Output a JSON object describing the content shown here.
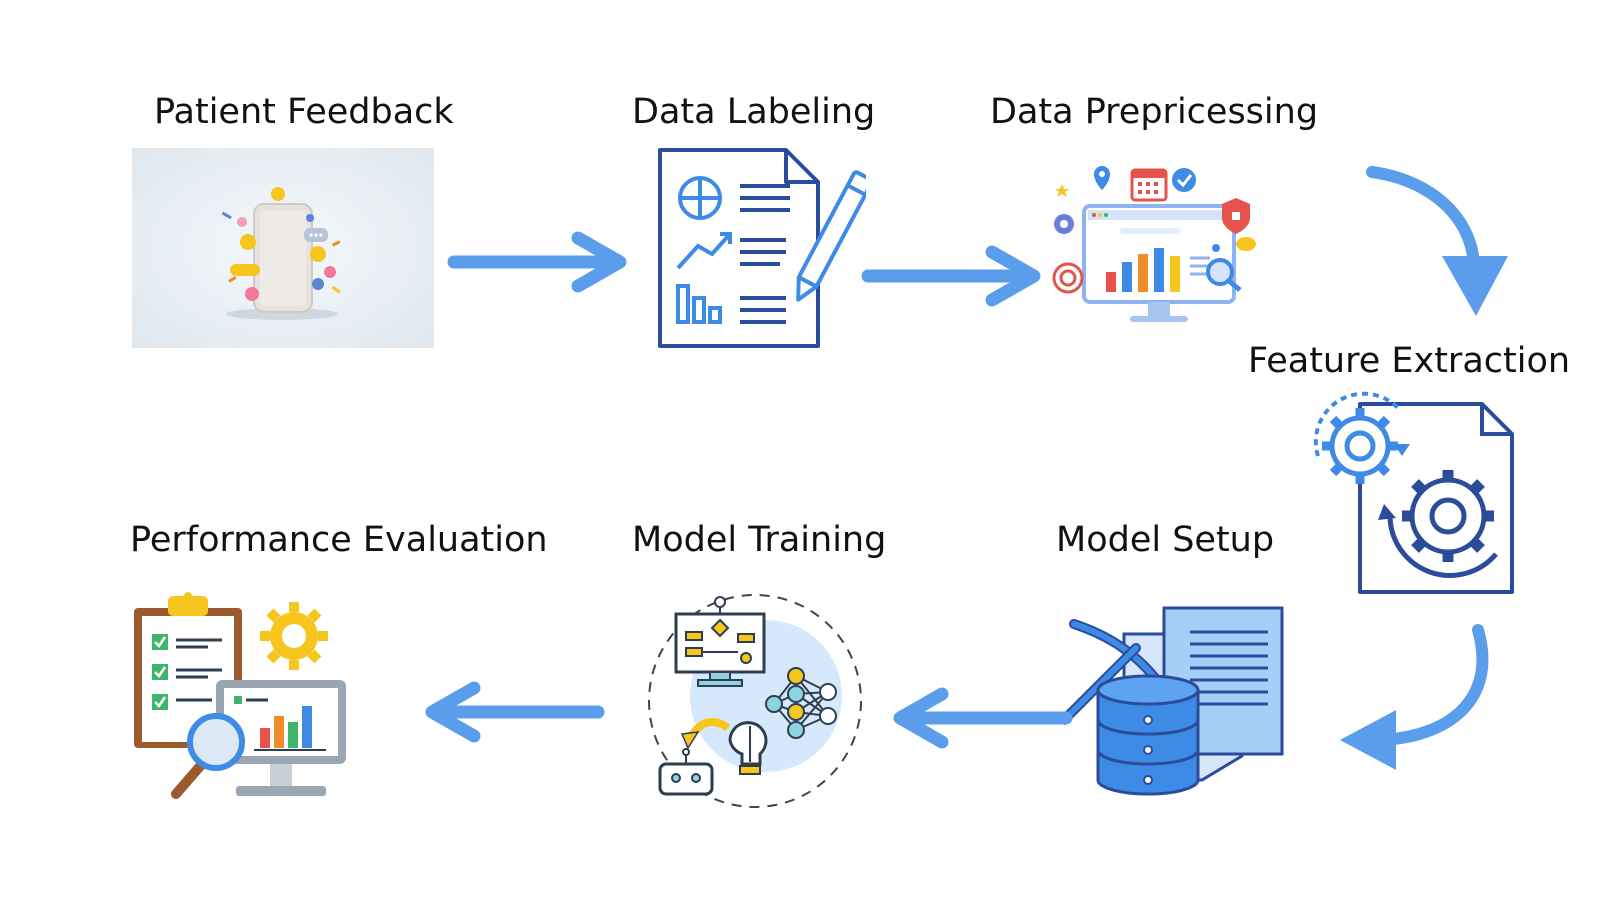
{
  "diagram": {
    "type": "process-flow",
    "colors": {
      "arrow": "#5A9DEB",
      "navy": "#2B4C9A",
      "blue": "#3D8BE6",
      "light_blue": "#A7CEF7",
      "yellow": "#F6C61E",
      "orange": "#F08C2A",
      "red": "#E5534B",
      "green": "#3FB56B",
      "brown": "#9B5A2C"
    },
    "steps": [
      {
        "id": "patient-feedback",
        "label": "Patient Feedback",
        "icon": "social-media-phone-icon"
      },
      {
        "id": "data-labeling",
        "label": "Data Labeling",
        "icon": "document-pencil-icon"
      },
      {
        "id": "data-preprocessing",
        "label": "Data Prepricessing",
        "icon": "analytics-monitor-icon"
      },
      {
        "id": "feature-extraction",
        "label": "Feature Extraction",
        "icon": "gear-document-icon"
      },
      {
        "id": "model-setup",
        "label": "Model Setup",
        "icon": "database-pickaxe-icon"
      },
      {
        "id": "model-training",
        "label": "Model Training",
        "icon": "ai-network-icon"
      },
      {
        "id": "performance-evaluation",
        "label": "Performance Evaluation",
        "icon": "clipboard-analytics-icon"
      }
    ],
    "connections": [
      {
        "from": "patient-feedback",
        "to": "data-labeling"
      },
      {
        "from": "data-labeling",
        "to": "data-preprocessing"
      },
      {
        "from": "data-preprocessing",
        "to": "feature-extraction"
      },
      {
        "from": "feature-extraction",
        "to": "model-setup"
      },
      {
        "from": "model-setup",
        "to": "model-training"
      },
      {
        "from": "model-training",
        "to": "performance-evaluation"
      }
    ]
  }
}
